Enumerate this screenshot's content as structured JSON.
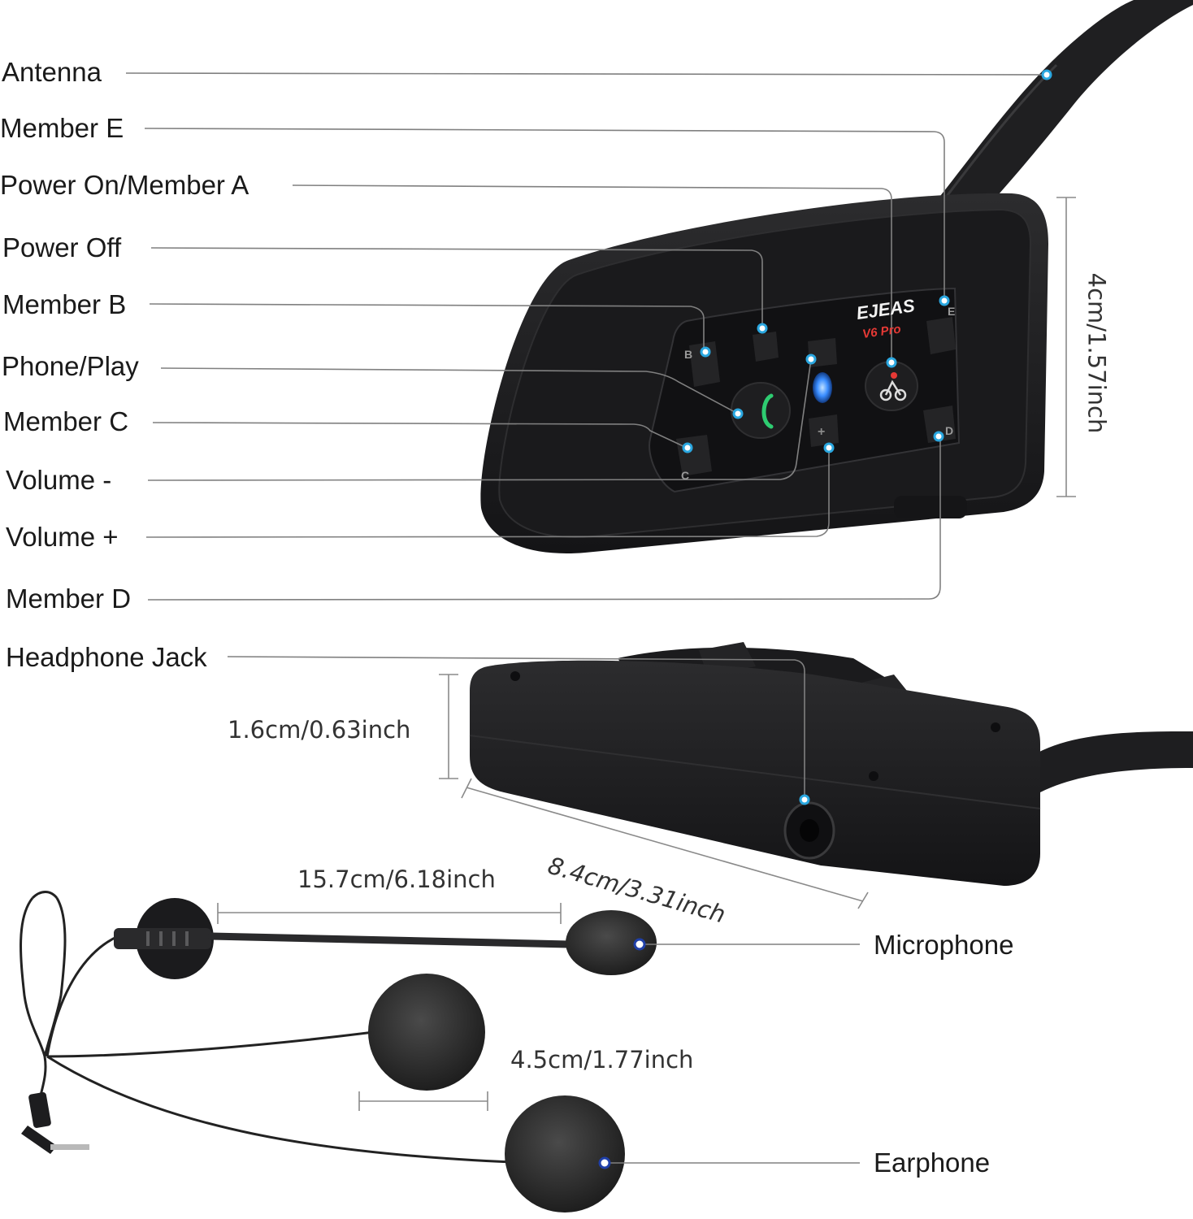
{
  "brand": {
    "name": "EJEAS",
    "model": "V6 Pro"
  },
  "button_letters": {
    "b": "B",
    "c": "C",
    "d": "D",
    "e": "E",
    "plus": "+"
  },
  "callouts": [
    {
      "id": "antenna",
      "label": "Antenna"
    },
    {
      "id": "member-e",
      "label": "Member E"
    },
    {
      "id": "power-on-member-a",
      "label": "Power On/Member A"
    },
    {
      "id": "power-off",
      "label": "Power Off"
    },
    {
      "id": "member-b",
      "label": "Member B"
    },
    {
      "id": "phone-play",
      "label": "Phone/Play"
    },
    {
      "id": "member-c",
      "label": "Member C"
    },
    {
      "id": "volume-minus",
      "label": "Volume -"
    },
    {
      "id": "volume-plus",
      "label": "Volume +"
    },
    {
      "id": "member-d",
      "label": "Member D"
    },
    {
      "id": "headphone-jack",
      "label": "Headphone Jack"
    },
    {
      "id": "microphone",
      "label": "Microphone"
    },
    {
      "id": "earphone",
      "label": "Earphone"
    }
  ],
  "dimensions": {
    "height": "4cm/1.57inch",
    "thickness": "1.6cm/0.63inch",
    "length": "8.4cm/3.31inch",
    "mic_boom": "15.7cm/6.18inch",
    "earphone_diameter": "4.5cm/1.77inch"
  },
  "colors": {
    "device_body": "#1c1c1e",
    "device_panel": "#141414",
    "callout_dot": "#2aa7e0",
    "led_blue": "#3a8dff",
    "phone_icon_green": "#2ecc71",
    "logo_red": "#e53935",
    "leader_line": "#808080",
    "foam": "#2b2b2b"
  }
}
